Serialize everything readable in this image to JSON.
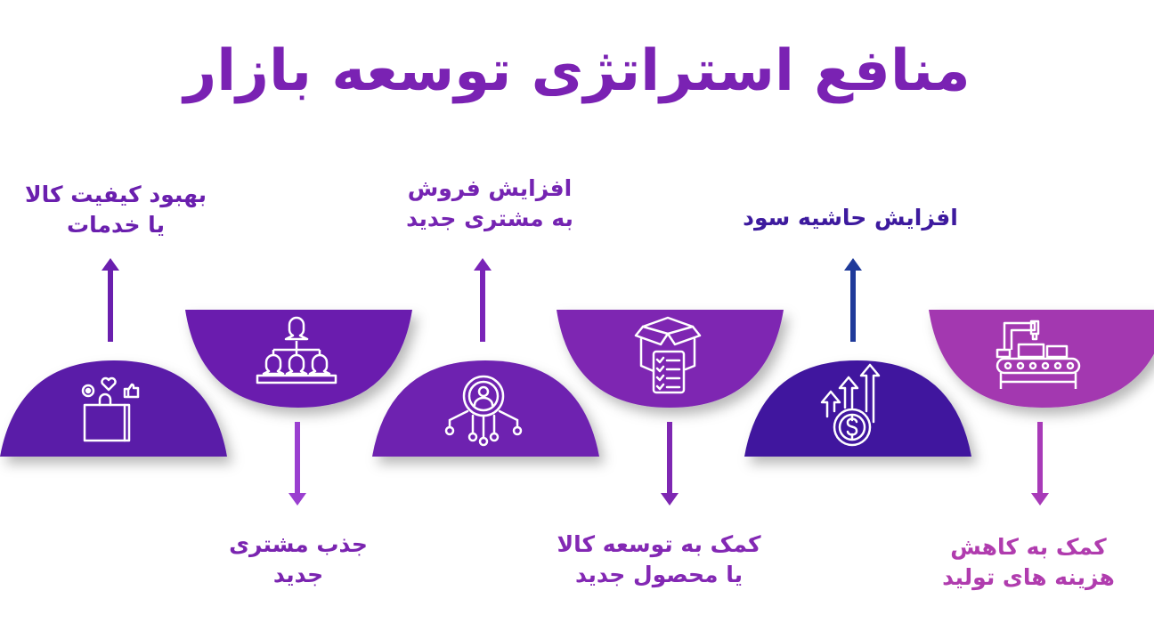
{
  "title": "منافع استراتژی توسعه بازار",
  "colors": {
    "title": "#7a22b3",
    "seg1": "#5a1aa8",
    "seg2": "#6a1fae",
    "seg3": "#6e22b0",
    "seg4": "#7e27b2",
    "seg5": "#40169e",
    "seg6": "#a338b0",
    "arrow_blue": "#1f3a9a"
  },
  "items": [
    {
      "id": 1,
      "position": "bottom",
      "label_line1": "بهبود کیفیت کالا",
      "label_line2": "یا خدمات",
      "icon": "shopping-bag-feedback-icon",
      "arrow": "up",
      "color": "#5a1aa8",
      "text_color": "#6a1fae"
    },
    {
      "id": 2,
      "position": "top",
      "label_line1": "جذب مشتری",
      "label_line2": "جدید",
      "icon": "customer-hierarchy-icon",
      "arrow": "down",
      "color": "#6a1fae",
      "text_color": "#7a24b0"
    },
    {
      "id": 3,
      "position": "bottom",
      "label_line1": "افزایش فروش",
      "label_line2": "به مشتری جدید",
      "icon": "user-network-icon",
      "arrow": "up",
      "color": "#6e22b0",
      "text_color": "#7524b2"
    },
    {
      "id": 4,
      "position": "top",
      "label_line1": "کمک به توسعه کالا",
      "label_line2": "یا محصول جدید",
      "icon": "box-checklist-icon",
      "arrow": "down",
      "color": "#7e27b2",
      "text_color": "#8328b4"
    },
    {
      "id": 5,
      "position": "bottom",
      "label_line1": "افزایش حاشیه سود",
      "label_line2": "",
      "icon": "dollar-growth-arrows-icon",
      "arrow": "up",
      "color": "#40169e",
      "text_color": "#3d1a9e"
    },
    {
      "id": 6,
      "position": "top",
      "label_line1": "کمک به کاهش",
      "label_line2": "هزینه های تولید",
      "icon": "production-conveyor-icon",
      "arrow": "down",
      "color": "#a338b0",
      "text_color": "#b03cae"
    }
  ]
}
